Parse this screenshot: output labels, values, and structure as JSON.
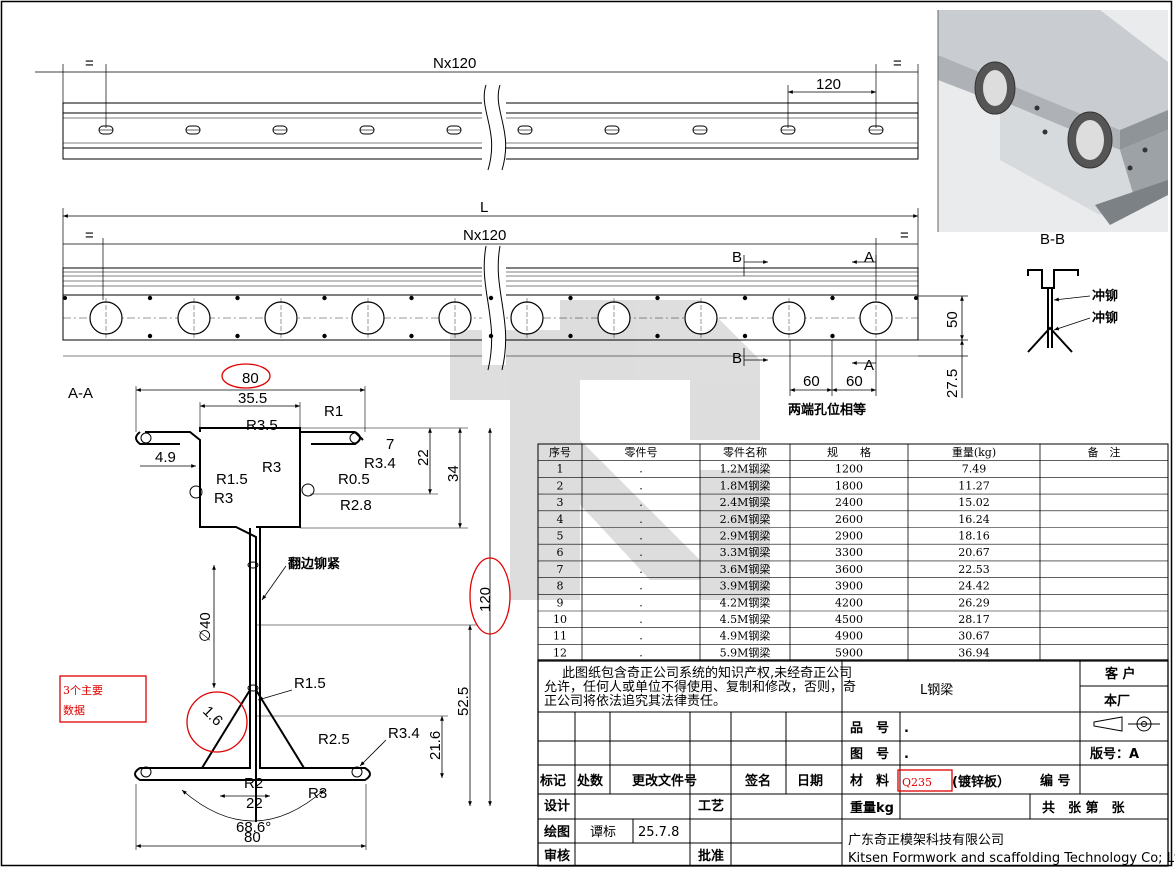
{
  "top_view": {
    "equal_left": "=",
    "equal_right": "=",
    "pitch_total": "Nx120",
    "pitch": "120"
  },
  "front_view": {
    "length": "L",
    "equal_left": "=",
    "equal_right": "=",
    "pitch_total": "Nx120",
    "section_b": "B",
    "section_a": "A",
    "height_50": "50",
    "height_27_5": "27.5",
    "end_60_a": "60",
    "end_60_b": "60",
    "end_note": "两端孔位相等"
  },
  "section_bb": {
    "title": "B-B",
    "rivet_1": "冲铆",
    "rivet_2": "冲铆"
  },
  "section_aa": {
    "title": "A-A",
    "dims": {
      "w80_top": "80",
      "w35_5": "35.5",
      "r1": "R1",
      "r3_5": "R3.5",
      "d7": "7",
      "d22": "22",
      "d34": "34",
      "d4_9": "4.9",
      "r3_a": "R3",
      "r3_4_top": "R3.4",
      "r0_5": "R0.5",
      "r1_5_top": "R1.5",
      "r3_b": "R3",
      "r2_8": "R2.8",
      "flange_note": "翻边铆紧",
      "d120": "120",
      "phi40": "∅40",
      "r1_5_bot": "R1.5",
      "d1_6": "1.6",
      "d52_5": "52.5",
      "r3_4_bot": "R3.4",
      "r2_5": "R2.5",
      "d21_6": "21.6",
      "r2": "R2",
      "d22_bot": "22",
      "r3_bot": "R3",
      "angle": "68.6°",
      "w80_bot": "80"
    },
    "note": [
      "3个主要",
      "数据"
    ]
  },
  "parts_table": {
    "headers": [
      "序号",
      "零件号",
      "零件名称",
      "规　　格",
      "重量(kg)",
      "备　注"
    ],
    "rows": [
      [
        "1",
        ".",
        "1.2M钢梁",
        "1200",
        "7.49"
      ],
      [
        "2",
        ".",
        "1.8M钢梁",
        "1800",
        "11.27"
      ],
      [
        "3",
        ".",
        "2.4M钢梁",
        "2400",
        "15.02"
      ],
      [
        "4",
        ".",
        "2.6M钢梁",
        "2600",
        "16.24"
      ],
      [
        "5",
        ".",
        "2.9M钢梁",
        "2900",
        "18.16"
      ],
      [
        "6",
        ".",
        "3.3M钢梁",
        "3300",
        "20.67"
      ],
      [
        "7",
        ".",
        "3.6M钢梁",
        "3600",
        "22.53"
      ],
      [
        "8",
        ".",
        "3.9M钢梁",
        "3900",
        "24.42"
      ],
      [
        "9",
        ".",
        "4.2M钢梁",
        "4200",
        "26.29"
      ],
      [
        "10",
        ".",
        "4.5M钢梁",
        "4500",
        "28.17"
      ],
      [
        "11",
        ".",
        "4.9M钢梁",
        "4900",
        "30.67"
      ],
      [
        "12",
        ".",
        "5.9M钢梁",
        "5900",
        "36.94"
      ]
    ]
  },
  "title_block": {
    "notice": [
      "此图纸包含奇正公司系统的知识产权,未经奇正公司",
      "允许，任何人或单位不得使用、复制和修改，否则，奇",
      "正公司将依法追究其法律责任。"
    ],
    "drawing_name": "L钢梁",
    "customer": "客 户",
    "factory": "本厂",
    "part_no_label": "品　号",
    "part_no_value": ".",
    "drawing_no_label": "图　号",
    "drawing_no_value": ".",
    "version": "版号：A",
    "rev_headers": [
      "标记",
      "处数",
      "更改文件号",
      "签名",
      "日期"
    ],
    "material_label": "材　料",
    "material_value": "Q235",
    "material_note": "(镀锌板）",
    "code_label": "编 号",
    "design_label": "设计",
    "process_label": "工艺",
    "weight_label": "重量kg",
    "sheet_label": "共　张 第　张",
    "draw_label": "绘图",
    "drawer": "谭标",
    "date": "25.7.8",
    "review_label": "审核",
    "approve_label": "批准",
    "company_cn": "广东奇正模架科技有限公司",
    "company_en": "Kitsen Formwork and scaffolding Technology Co; Ltd"
  }
}
